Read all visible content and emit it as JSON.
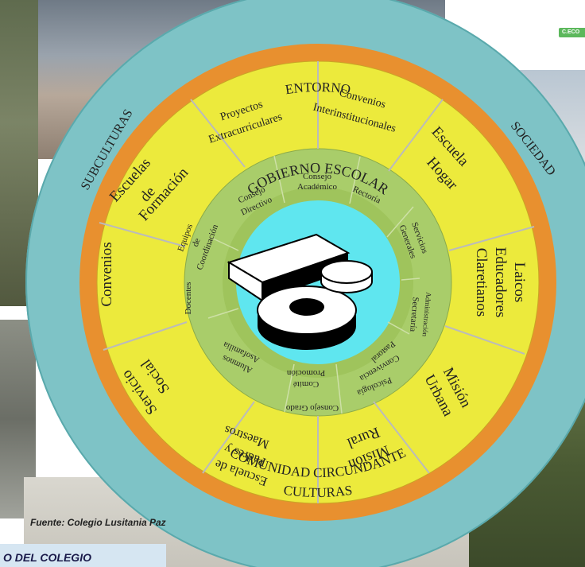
{
  "badge": "C.ECO",
  "source": "Fuente: Colegio Lusitania Paz",
  "caption": "O DEL COLEGIO",
  "diagram": {
    "outer_ring": {
      "top": "ENTORNO",
      "right": "SOCIEDAD",
      "bottom": "CULTURAS",
      "left": "SUBCULTURAS"
    },
    "orange_ring": {
      "bottom": "COMUNIDAD CIRCUNDANTE"
    },
    "yellow_segments": {
      "proyectos_1": "Proyectos",
      "proyectos_2": "Extracurriculares",
      "convenios_int_1": "Convenios",
      "convenios_int_2": "Interinstitucionales",
      "escuela_hogar_1": "Escuela",
      "escuela_hogar_2": "Hogar",
      "laicos_1": "Laicos",
      "laicos_2": "Educadores",
      "laicos_3": "Claretianos",
      "mision_urbana_1": "Misión",
      "mision_urbana_2": "Urbana",
      "mision_rural_1": "Misión",
      "mision_rural_2": "Rural",
      "escuela_padres_1": "Escuela de",
      "escuela_padres_2": "Padres y",
      "escuela_padres_3": "Maestros",
      "servicio_1": "Servicio",
      "servicio_2": "Social",
      "convenios": "Convenios",
      "escuelas_form_1": "Escuelas",
      "escuelas_form_2": "de",
      "escuelas_form_3": "Formación"
    },
    "green_ring": {
      "title": "GOBIERNO ESCOLAR",
      "consejo_academico_1": "Consejo",
      "consejo_academico_2": "Académico",
      "rectoria": "Rectoría",
      "consejo_directivo_1": "Consejo",
      "consejo_directivo_2": "Directivo",
      "servicios_1": "Servicios",
      "servicios_2": "Generales",
      "admin_1": "Administración",
      "admin_2": "Secretaría",
      "pastoral": "Pastoral",
      "convivencia": "Convivencia",
      "psicologia": "Psicología",
      "consejo_grado": "Consejo Grado",
      "comite_1": "Comité",
      "comite_2": "Promoción",
      "alumnos_1": "Alumnos",
      "alumnos_2": "Asofamilia",
      "docentes": "Docentes",
      "equipos_1": "Equipos",
      "equipos_2": "de",
      "equipos_3": "Coordinación"
    },
    "colors": {
      "outer": "#7ec3c6",
      "orange": "#e8902f",
      "yellow": "#ecea3c",
      "green_outer": "#a9cd6a",
      "green_inner": "#9fc45c",
      "center": "#5fe6ef"
    }
  }
}
